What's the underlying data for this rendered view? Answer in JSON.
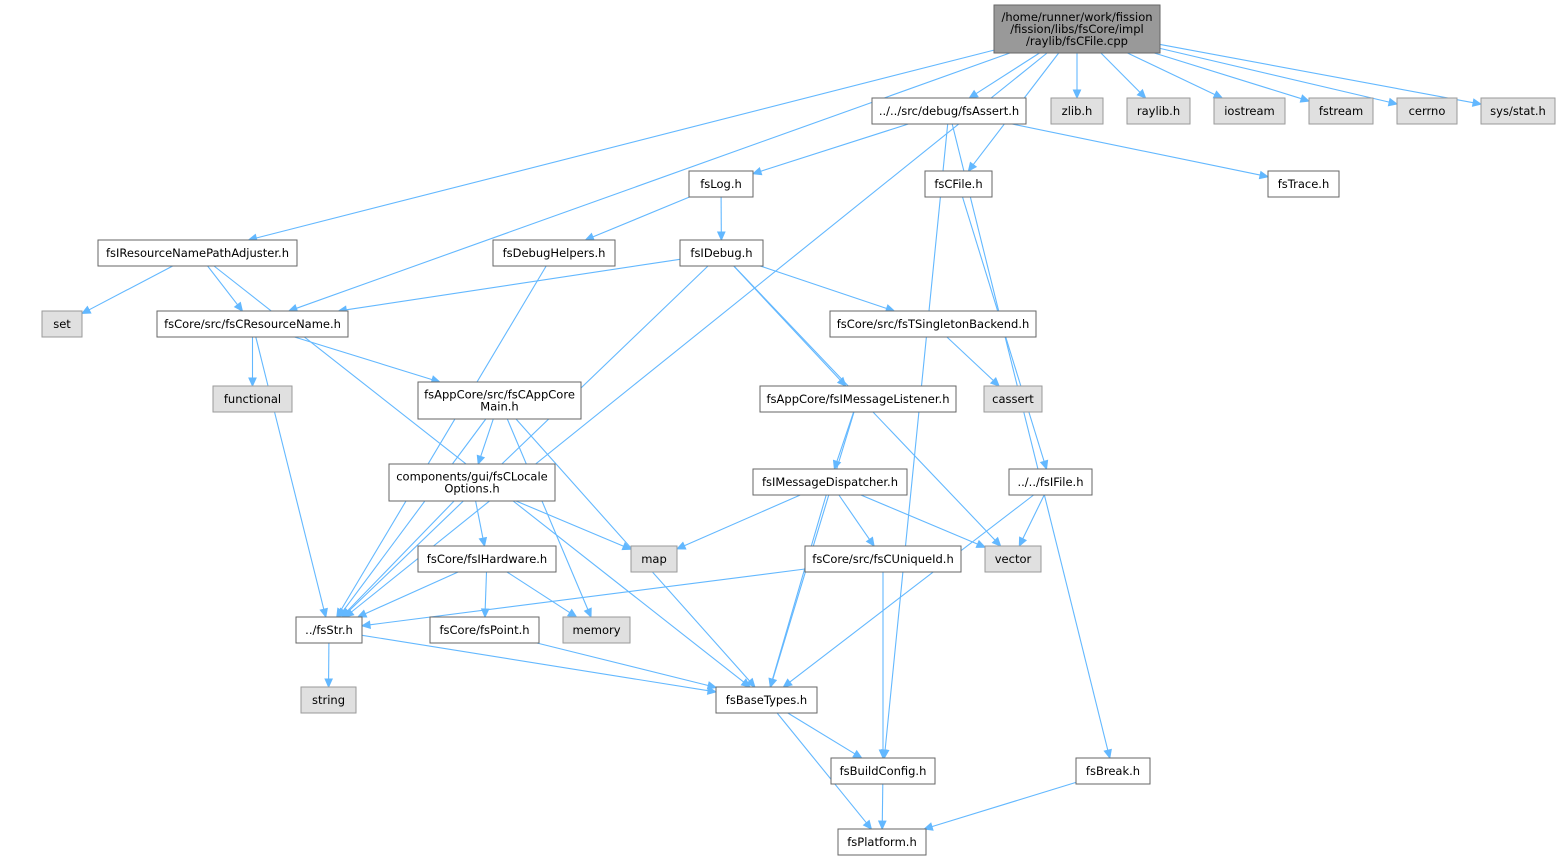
{
  "colors": {
    "edge": "#63b8ff",
    "root_fill": "#999999",
    "root_stroke": "#666666",
    "file_fill": "#ffffff",
    "file_stroke": "#666666",
    "system_fill": "#e0e0e0",
    "system_stroke": "#999999",
    "text": "#000000"
  },
  "nodes": [
    {
      "id": "root",
      "kind": "root",
      "lines": [
        "/home/runner/work/fission",
        "/fission/libs/fsCore/impl",
        "/raylib/fsCFile.cpp"
      ]
    },
    {
      "id": "fsAssert",
      "kind": "file",
      "lines": [
        "../../src/debug/fsAssert.h"
      ]
    },
    {
      "id": "zlib",
      "kind": "system",
      "lines": [
        "zlib.h"
      ]
    },
    {
      "id": "raylib",
      "kind": "system",
      "lines": [
        "raylib.h"
      ]
    },
    {
      "id": "iostream",
      "kind": "system",
      "lines": [
        "iostream"
      ]
    },
    {
      "id": "fstream",
      "kind": "system",
      "lines": [
        "fstream"
      ]
    },
    {
      "id": "cerrno",
      "kind": "system",
      "lines": [
        "cerrno"
      ]
    },
    {
      "id": "sysstat",
      "kind": "system",
      "lines": [
        "sys/stat.h"
      ]
    },
    {
      "id": "fsLog",
      "kind": "file",
      "lines": [
        "fsLog.h"
      ]
    },
    {
      "id": "fsCFile",
      "kind": "file",
      "lines": [
        "fsCFile.h"
      ]
    },
    {
      "id": "fsTrace",
      "kind": "file",
      "lines": [
        "fsTrace.h"
      ]
    },
    {
      "id": "fsIRNPA",
      "kind": "file",
      "lines": [
        "fsIResourceNamePathAdjuster.h"
      ]
    },
    {
      "id": "fsDebugHelpers",
      "kind": "file",
      "lines": [
        "fsDebugHelpers.h"
      ]
    },
    {
      "id": "fsIDebug",
      "kind": "file",
      "lines": [
        "fsIDebug.h"
      ]
    },
    {
      "id": "set",
      "kind": "system",
      "lines": [
        "set"
      ]
    },
    {
      "id": "fsCResourceName",
      "kind": "file",
      "lines": [
        "fsCore/src/fsCResourceName.h"
      ]
    },
    {
      "id": "fsTSingleton",
      "kind": "file",
      "lines": [
        "fsCore/src/fsTSingletonBackend.h"
      ]
    },
    {
      "id": "functional",
      "kind": "system",
      "lines": [
        "functional"
      ]
    },
    {
      "id": "fsCAppCoreMain",
      "kind": "file",
      "lines": [
        "fsAppCore/src/fsCAppCore",
        "Main.h"
      ]
    },
    {
      "id": "fsIMessageListener",
      "kind": "file",
      "lines": [
        "fsAppCore/fsIMessageListener.h"
      ]
    },
    {
      "id": "cassert",
      "kind": "system",
      "lines": [
        "cassert"
      ]
    },
    {
      "id": "fsCLocaleOptions",
      "kind": "file",
      "lines": [
        "components/gui/fsCLocale",
        "Options.h"
      ]
    },
    {
      "id": "fsIMessageDispatcher",
      "kind": "file",
      "lines": [
        "fsIMessageDispatcher.h"
      ]
    },
    {
      "id": "fsIFile",
      "kind": "file",
      "lines": [
        "../../fsIFile.h"
      ]
    },
    {
      "id": "fsIHardware",
      "kind": "file",
      "lines": [
        "fsCore/fsIHardware.h"
      ]
    },
    {
      "id": "map",
      "kind": "system",
      "lines": [
        "map"
      ]
    },
    {
      "id": "fsCUniqueId",
      "kind": "file",
      "lines": [
        "fsCore/src/fsCUniqueId.h"
      ]
    },
    {
      "id": "vector",
      "kind": "system",
      "lines": [
        "vector"
      ]
    },
    {
      "id": "fsStr",
      "kind": "file",
      "lines": [
        "../fsStr.h"
      ]
    },
    {
      "id": "fsPoint",
      "kind": "file",
      "lines": [
        "fsCore/fsPoint.h"
      ]
    },
    {
      "id": "memory",
      "kind": "system",
      "lines": [
        "memory"
      ]
    },
    {
      "id": "string",
      "kind": "system",
      "lines": [
        "string"
      ]
    },
    {
      "id": "fsBaseTypes",
      "kind": "file",
      "lines": [
        "fsBaseTypes.h"
      ]
    },
    {
      "id": "fsBuildConfig",
      "kind": "file",
      "lines": [
        "fsBuildConfig.h"
      ]
    },
    {
      "id": "fsBreak",
      "kind": "file",
      "lines": [
        "fsBreak.h"
      ]
    },
    {
      "id": "fsPlatform",
      "kind": "file",
      "lines": [
        "fsPlatform.h"
      ]
    }
  ],
  "edges": [
    [
      "root",
      "fsAssert"
    ],
    [
      "root",
      "zlib"
    ],
    [
      "root",
      "raylib"
    ],
    [
      "root",
      "iostream"
    ],
    [
      "root",
      "fstream"
    ],
    [
      "root",
      "cerrno"
    ],
    [
      "root",
      "sysstat"
    ],
    [
      "root",
      "fsCFile"
    ],
    [
      "root",
      "fsIRNPA"
    ],
    [
      "root",
      "fsCResourceName"
    ],
    [
      "root",
      "fsStr"
    ],
    [
      "fsAssert",
      "fsLog"
    ],
    [
      "fsAssert",
      "fsTrace"
    ],
    [
      "fsAssert",
      "fsBuildConfig"
    ],
    [
      "fsAssert",
      "fsBreak"
    ],
    [
      "fsLog",
      "fsDebugHelpers"
    ],
    [
      "fsLog",
      "fsIDebug"
    ],
    [
      "fsCFile",
      "fsIFile"
    ],
    [
      "fsIRNPA",
      "set"
    ],
    [
      "fsIRNPA",
      "fsCResourceName"
    ],
    [
      "fsIRNPA",
      "fsBaseTypes"
    ],
    [
      "fsDebugHelpers",
      "fsStr"
    ],
    [
      "fsIDebug",
      "fsCResourceName"
    ],
    [
      "fsIDebug",
      "fsTSingleton"
    ],
    [
      "fsIDebug",
      "fsIMessageListener"
    ],
    [
      "fsIDebug",
      "vector"
    ],
    [
      "fsIDebug",
      "fsStr"
    ],
    [
      "fsCResourceName",
      "functional"
    ],
    [
      "fsCResourceName",
      "fsCAppCoreMain"
    ],
    [
      "fsCResourceName",
      "fsStr"
    ],
    [
      "fsTSingleton",
      "cassert"
    ],
    [
      "fsCAppCoreMain",
      "fsCLocaleOptions"
    ],
    [
      "fsCAppCoreMain",
      "memory"
    ],
    [
      "fsCAppCoreMain",
      "fsBaseTypes"
    ],
    [
      "fsCAppCoreMain",
      "fsStr"
    ],
    [
      "fsIMessageListener",
      "fsIMessageDispatcher"
    ],
    [
      "fsIMessageListener",
      "fsBaseTypes"
    ],
    [
      "fsCLocaleOptions",
      "fsIHardware"
    ],
    [
      "fsCLocaleOptions",
      "map"
    ],
    [
      "fsCLocaleOptions",
      "fsStr"
    ],
    [
      "fsIMessageDispatcher",
      "map"
    ],
    [
      "fsIMessageDispatcher",
      "fsCUniqueId"
    ],
    [
      "fsIMessageDispatcher",
      "vector"
    ],
    [
      "fsIMessageDispatcher",
      "fsBaseTypes"
    ],
    [
      "fsIFile",
      "vector"
    ],
    [
      "fsIFile",
      "fsBaseTypes"
    ],
    [
      "fsIHardware",
      "fsStr"
    ],
    [
      "fsIHardware",
      "fsPoint"
    ],
    [
      "fsIHardware",
      "memory"
    ],
    [
      "fsCUniqueId",
      "fsStr"
    ],
    [
      "fsCUniqueId",
      "fsBuildConfig"
    ],
    [
      "fsStr",
      "string"
    ],
    [
      "fsStr",
      "fsBaseTypes"
    ],
    [
      "fsPoint",
      "fsBaseTypes"
    ],
    [
      "fsBaseTypes",
      "fsBuildConfig"
    ],
    [
      "fsBaseTypes",
      "fsPlatform"
    ],
    [
      "fsBuildConfig",
      "fsPlatform"
    ],
    [
      "fsBreak",
      "fsPlatform"
    ]
  ]
}
